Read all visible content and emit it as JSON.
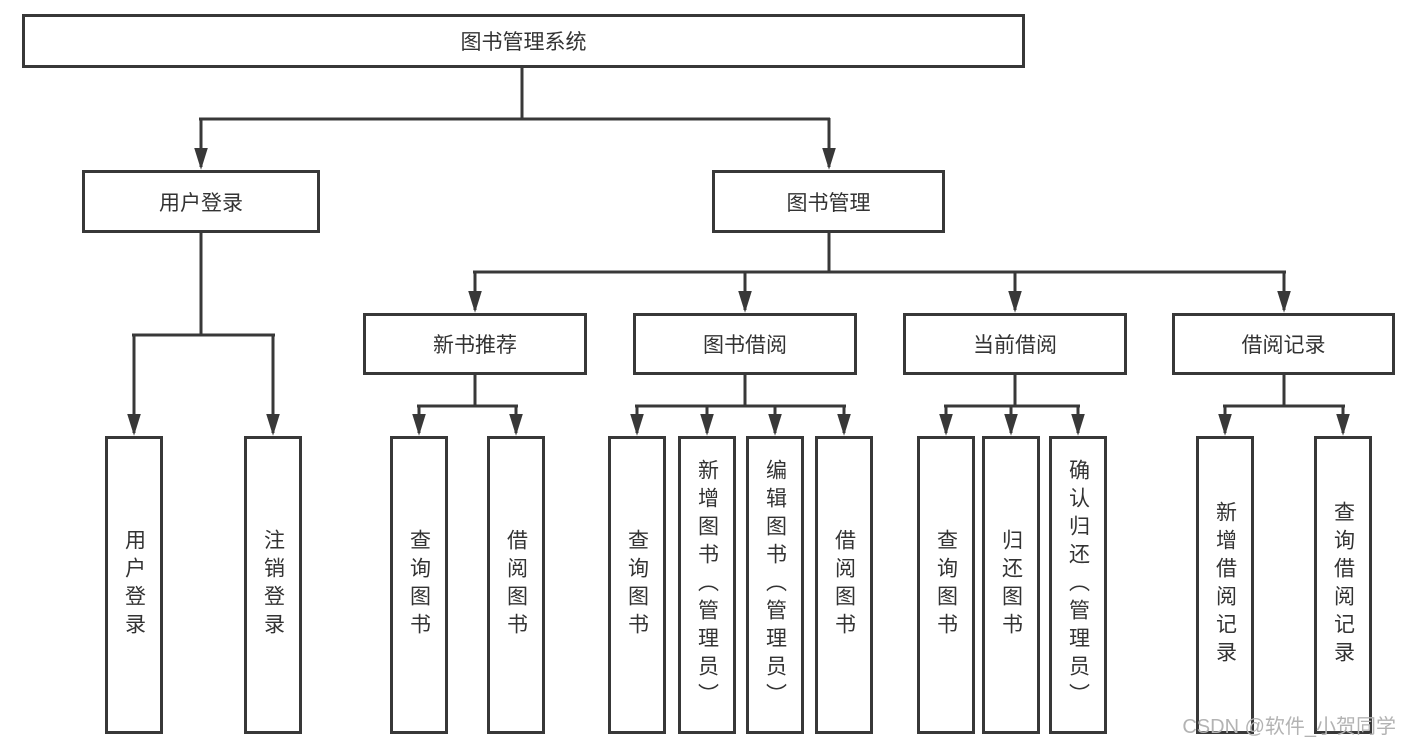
{
  "colors": {
    "line": "#383838",
    "box_border": "#383838",
    "box_fill": "#ffffff",
    "text": "#333333",
    "watermark_text_color": "#b3b3b3",
    "background": "#ffffff"
  },
  "nodes": {
    "root": {
      "label": "图书管理系统"
    },
    "user_login": {
      "label": "用户登录"
    },
    "book_management": {
      "label": "图书管理"
    },
    "new_book_recommendation": {
      "label": "新书推荐"
    },
    "book_borrowing": {
      "label": "图书借阅"
    },
    "current_borrowing": {
      "label": "当前借阅"
    },
    "borrowing_records": {
      "label": "借阅记录"
    },
    "login": {
      "label": "用户登录"
    },
    "logout": {
      "label": "注销登录"
    },
    "nbr_query_books": {
      "label": "查询图书"
    },
    "nbr_borrow_books": {
      "label": "借阅图书"
    },
    "bb_query_books": {
      "label": "查询图书"
    },
    "bb_add_books_admin": {
      "label": "新增图书（管理员）"
    },
    "bb_edit_books_admin": {
      "label": "编辑图书（管理员）"
    },
    "bb_borrow_books": {
      "label": "借阅图书"
    },
    "cb_query_books": {
      "label": "查询图书"
    },
    "cb_return_books": {
      "label": "归还图书"
    },
    "cb_confirm_return_admin": {
      "label": "确认归还（管理员）"
    },
    "br_add_record": {
      "label": "新增借阅记录"
    },
    "br_query_record": {
      "label": "查询借阅记录"
    }
  },
  "watermark": {
    "text": "CSDN @软件_小贺同学"
  }
}
